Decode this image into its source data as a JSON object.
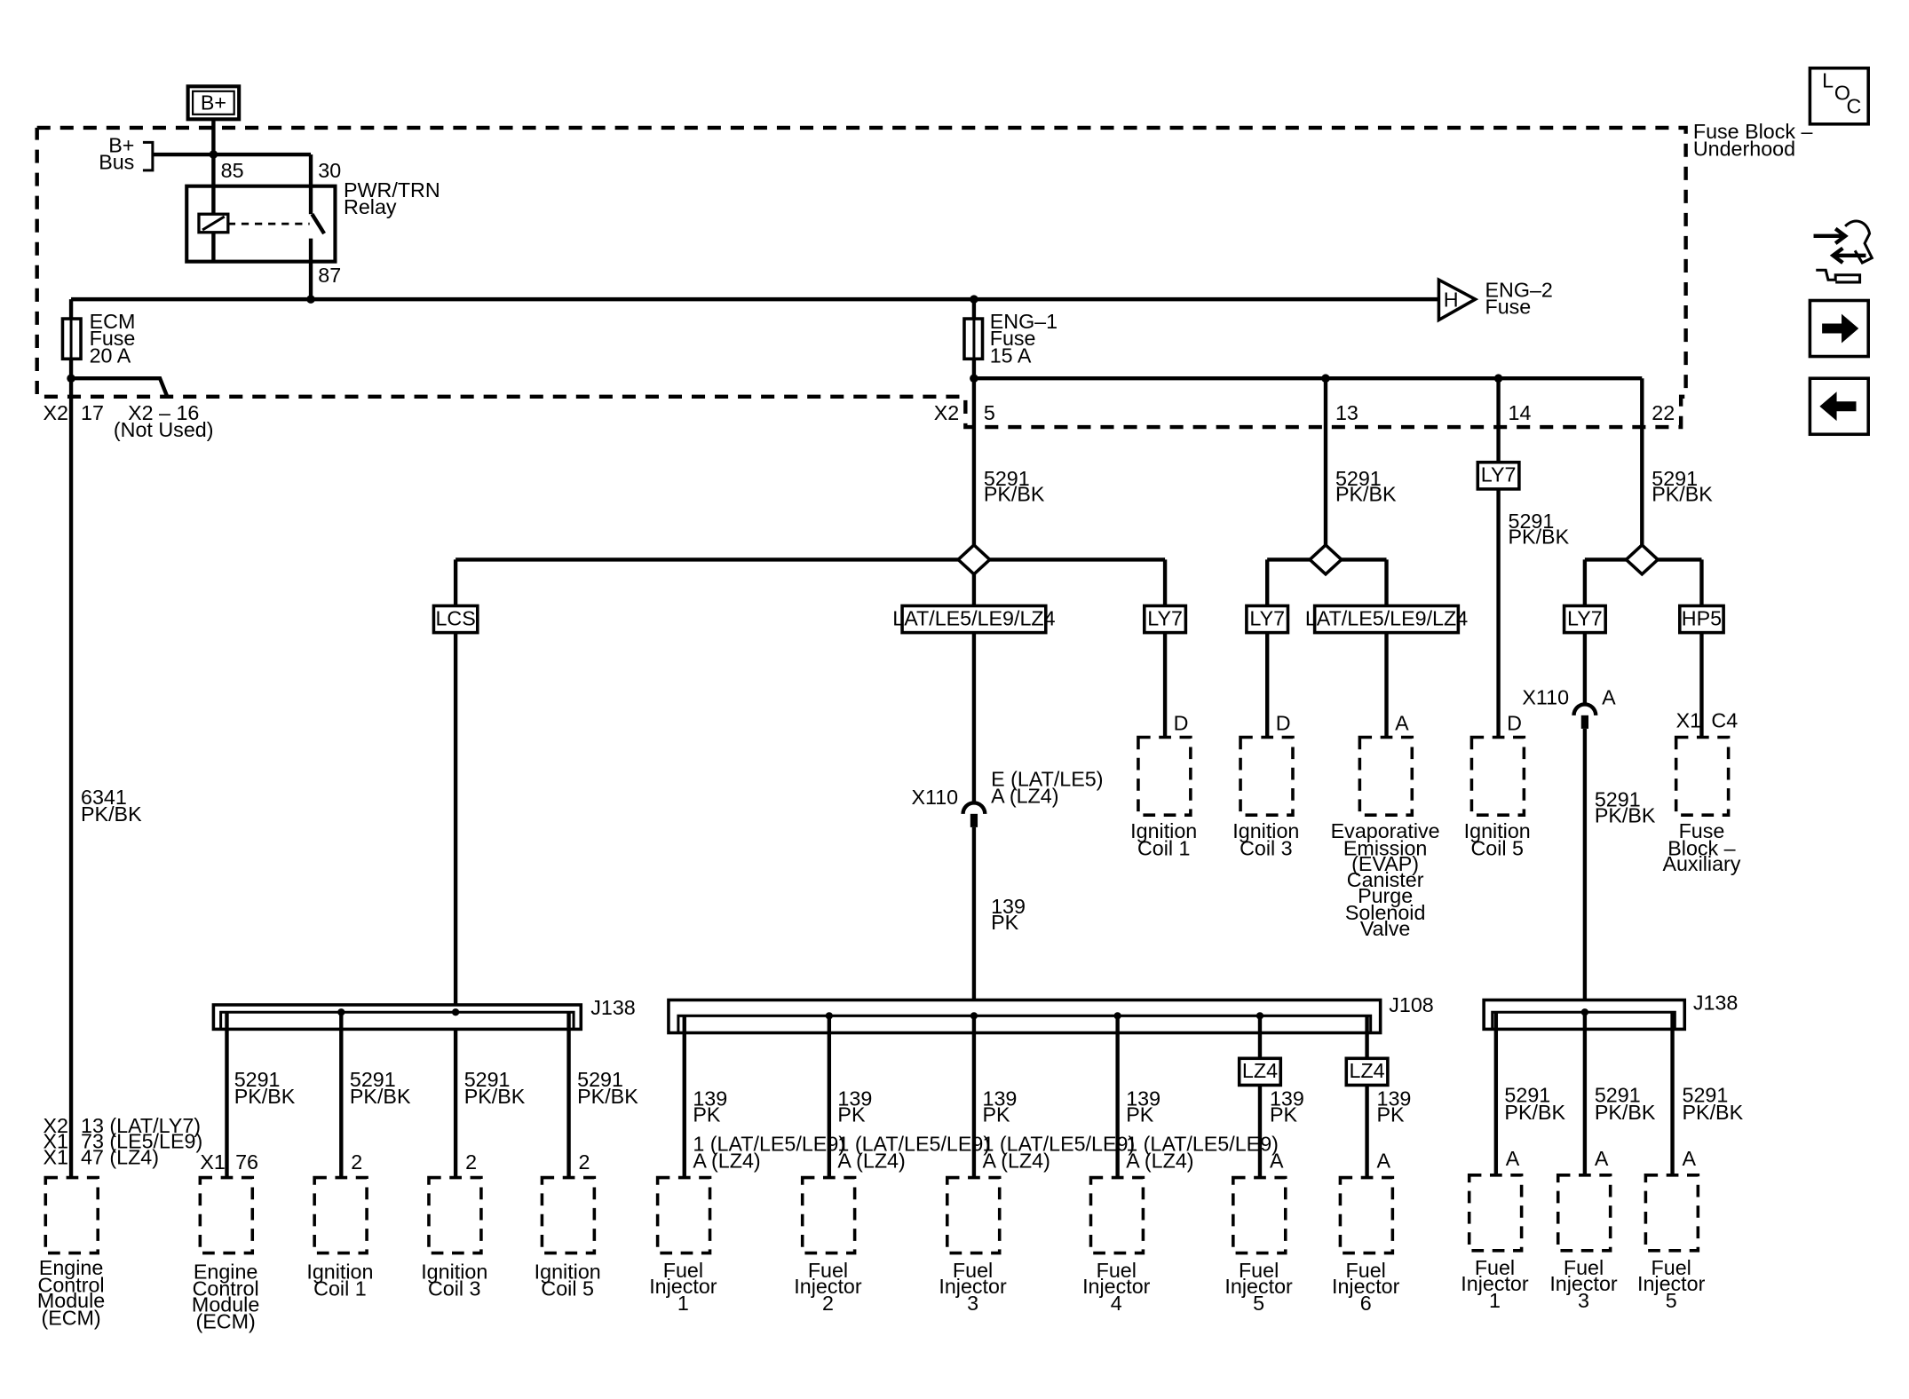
{
  "source": {
    "label": "B+"
  },
  "bus": {
    "label_l1": "B+",
    "label_l2": "Bus"
  },
  "fuse_block": {
    "label_l1": "Fuse Block –",
    "label_l2": "Underhood"
  },
  "relay": {
    "name_l1": "PWR/TRN",
    "name_l2": "Relay",
    "pin85": "85",
    "pin30": "30",
    "pin87": "87"
  },
  "eng2": {
    "letter": "H",
    "label_l1": "ENG–2",
    "label_l2": "Fuse"
  },
  "ecm_fuse": {
    "l1": "ECM",
    "l2": "Fuse",
    "l3": "20 A"
  },
  "eng1_fuse": {
    "l1": "ENG–1",
    "l2": "Fuse",
    "l3": "15 A"
  },
  "ecm_conn": {
    "x2": "X2",
    "pin": "17",
    "notused_l1": "X2 – 16",
    "notused_l2": "(Not Used)",
    "wire_l1": "6341",
    "wire_l2": "PK/BK"
  },
  "eng1_conn": {
    "x2": "X2",
    "p5": "5",
    "p13": "13",
    "p14": "14",
    "p22": "22"
  },
  "wires": {
    "w5291": "5291",
    "pkbk": "PK/BK",
    "w139": "139",
    "pk": "PK"
  },
  "options": {
    "lcs": "LCS",
    "lat": "LAT/LE5/LE9/LZ4",
    "ly7": "LY7",
    "hp5": "HP5",
    "lz4": "LZ4"
  },
  "x110_main": {
    "name": "X110",
    "l1": "E (LAT/LE5)",
    "l2": "A (LZ4)"
  },
  "x110_right": {
    "name": "X110",
    "pin": "A"
  },
  "splices": {
    "j138": "J138",
    "j108": "J108"
  },
  "pins": {
    "d": "D",
    "a": "A",
    "x1": "X1",
    "c4": "C4",
    "p76": "76",
    "p2": "2",
    "one": "1 (LAT/LE5/LE9)",
    "a_lz4": "A (LZ4)"
  },
  "ecm_left_pins": {
    "l1a": "X2",
    "l1b": "13 (LAT/LY7)",
    "l2a": "X1",
    "l2b": "73 (LE5/LE9)",
    "l3a": "X1",
    "l3b": "47 (LZ4)"
  },
  "components": {
    "ecm_a": [
      "Engine",
      "Control",
      "Module",
      "(ECM)"
    ],
    "ecm_b": [
      "Engine",
      "Control",
      "Module",
      "(ECM)"
    ],
    "coil1": [
      "Ignition",
      "Coil 1"
    ],
    "coil3": [
      "Ignition",
      "Coil 3"
    ],
    "coil5": [
      "Ignition",
      "Coil 5"
    ],
    "evap": [
      "Evaporative",
      "Emission",
      "(EVAP)",
      "Canister",
      "Purge",
      "Solenoid",
      "Valve"
    ],
    "fuse_aux": [
      "Fuse",
      "Block –",
      "Auxiliary"
    ],
    "inj1": [
      "Fuel",
      "Injector",
      "1"
    ],
    "inj2": [
      "Fuel",
      "Injector",
      "2"
    ],
    "inj3": [
      "Fuel",
      "Injector",
      "3"
    ],
    "inj4": [
      "Fuel",
      "Injector",
      "4"
    ],
    "inj5": [
      "Fuel",
      "Injector",
      "5"
    ],
    "inj6": [
      "Fuel",
      "Injector",
      "6"
    ]
  },
  "nav": {
    "loc_l": "L",
    "loc_o": "O",
    "loc_c": "C",
    "forward_icon": "right-arrow-icon",
    "back_icon": "left-arrow-icon",
    "connector_icon": "connector-views-icon"
  }
}
